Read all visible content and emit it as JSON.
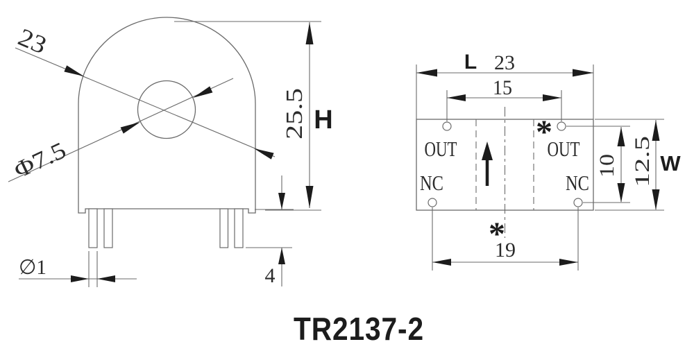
{
  "part_number": "TR2137-2",
  "colors": {
    "line": "#6a6a6a",
    "ink": "#1c1c1c",
    "text": "#2b2b2b",
    "background": "#ffffff"
  },
  "front_view": {
    "dim_outer_diameter": "23",
    "dim_hole_diameter": "Φ7.5",
    "dim_height": "25.5",
    "height_label": "H",
    "dim_pin_length": "4",
    "dim_pin_diameter": "∅1"
  },
  "bottom_view": {
    "length_label": "L",
    "dim_length": "23",
    "dim_top_pin_spacing": "15",
    "dim_bottom_pin_spacing": "19",
    "dim_pin_row_spacing": "10",
    "dim_width": "12.5",
    "width_label": "W",
    "pin_top_left": "OUT",
    "pin_top_right": "OUT",
    "pin_bottom_left": "NC",
    "pin_bottom_right": "NC",
    "polarity_mark_top": "*",
    "polarity_mark_bottom": "*"
  }
}
